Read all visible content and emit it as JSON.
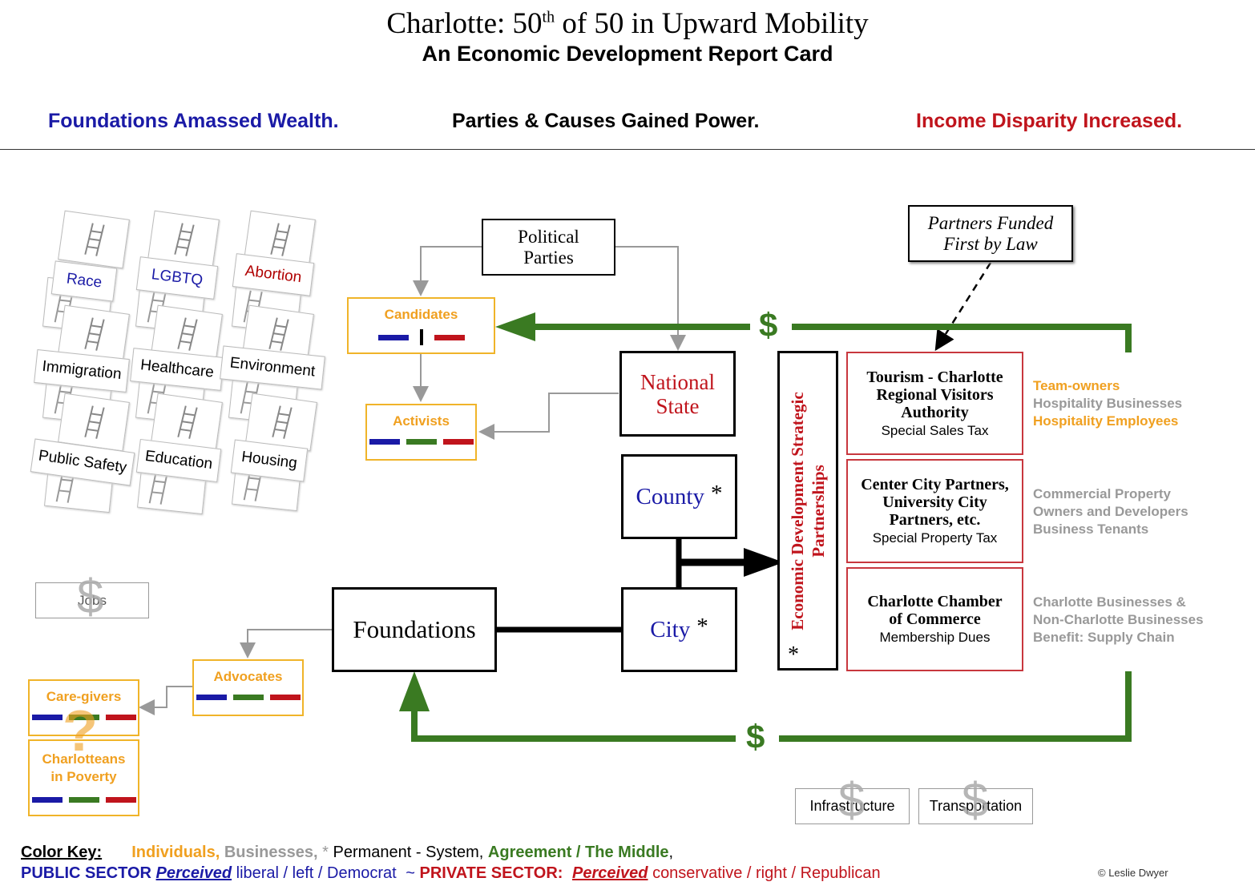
{
  "title": {
    "main_prefix": "Charlotte: 50",
    "main_sup": "th",
    "main_suffix": " of 50 in Upward Mobility",
    "subtitle": "An Economic Development Report Card"
  },
  "headlines": {
    "left": "Foundations Amassed Wealth.",
    "center": "Parties & Causes Gained Power.",
    "right": "Income Disparity Increased."
  },
  "issues": [
    {
      "label": "Race",
      "color": "#1a1aa6"
    },
    {
      "label": "LGBTQ",
      "color": "#1a1aa6"
    },
    {
      "label": "Abortion",
      "color": "#b00000"
    },
    {
      "label": "Immigration",
      "color": "#000000"
    },
    {
      "label": "Healthcare",
      "color": "#000000"
    },
    {
      "label": "Environment",
      "color": "#000000"
    },
    {
      "label": "Public Safety",
      "color": "#000000"
    },
    {
      "label": "Education",
      "color": "#000000"
    },
    {
      "label": "Housing",
      "color": "#000000"
    }
  ],
  "jobs_label": "Jobs",
  "dollar_sign": "$",
  "question_mark": "?",
  "political_parties": "Political\nParties",
  "candidates": "Candidates",
  "activists": "Activists",
  "advocates": "Advocates",
  "caregivers": "Care-givers",
  "poverty": "Charlotteans\nin Poverty",
  "national_state": "National\nState",
  "county": "County",
  "city": "City",
  "asterisk": "*",
  "foundations": "Foundations",
  "partners_law": "Partners Funded\nFirst by Law",
  "edsp": "Economic Development Strategic\nPartnerships",
  "partners": [
    {
      "title": "Tourism - Charlotte\nRegional Visitors\nAuthority",
      "sub": "Special Sales Tax"
    },
    {
      "title": "Center City Partners,\nUniversity City\nPartners, etc.",
      "sub": "Special Property Tax"
    },
    {
      "title": "Charlotte Chamber\nof Commerce",
      "sub": "Membership Dues"
    }
  ],
  "beneficiaries": {
    "group1": [
      "Team-owners",
      "Hospitality Businesses",
      "Hospitality Employees"
    ],
    "group2": [
      "Commercial Property",
      "Owners and Developers",
      "Business Tenants"
    ],
    "group3": [
      "Charlotte Businesses &",
      "Non-Charlotte Businesses",
      "Benefit:  Supply Chain"
    ]
  },
  "infrastructure": "Infrastructure",
  "transportation": "Transportation",
  "key": {
    "title": "Color Key:",
    "individuals": "Individuals,",
    "businesses": "Businesses,",
    "star": "*",
    "permanent": "Permanent - System,",
    "agreement": "Agreement / The Middle",
    "comma": ",",
    "public": "PUBLIC SECTOR",
    "perceived": "Perceived",
    "liberal": "liberal / left / Democrat",
    "tilde": "~",
    "private": "PRIVATE SECTOR:",
    "conservative": "conservative / right / Republican"
  },
  "copyright": "© Leslie Dwyer",
  "colors": {
    "blue": "#1a1aa6",
    "red": "#c0141c",
    "green": "#3a7a22",
    "orange": "#f0a020",
    "gray": "#999999"
  }
}
